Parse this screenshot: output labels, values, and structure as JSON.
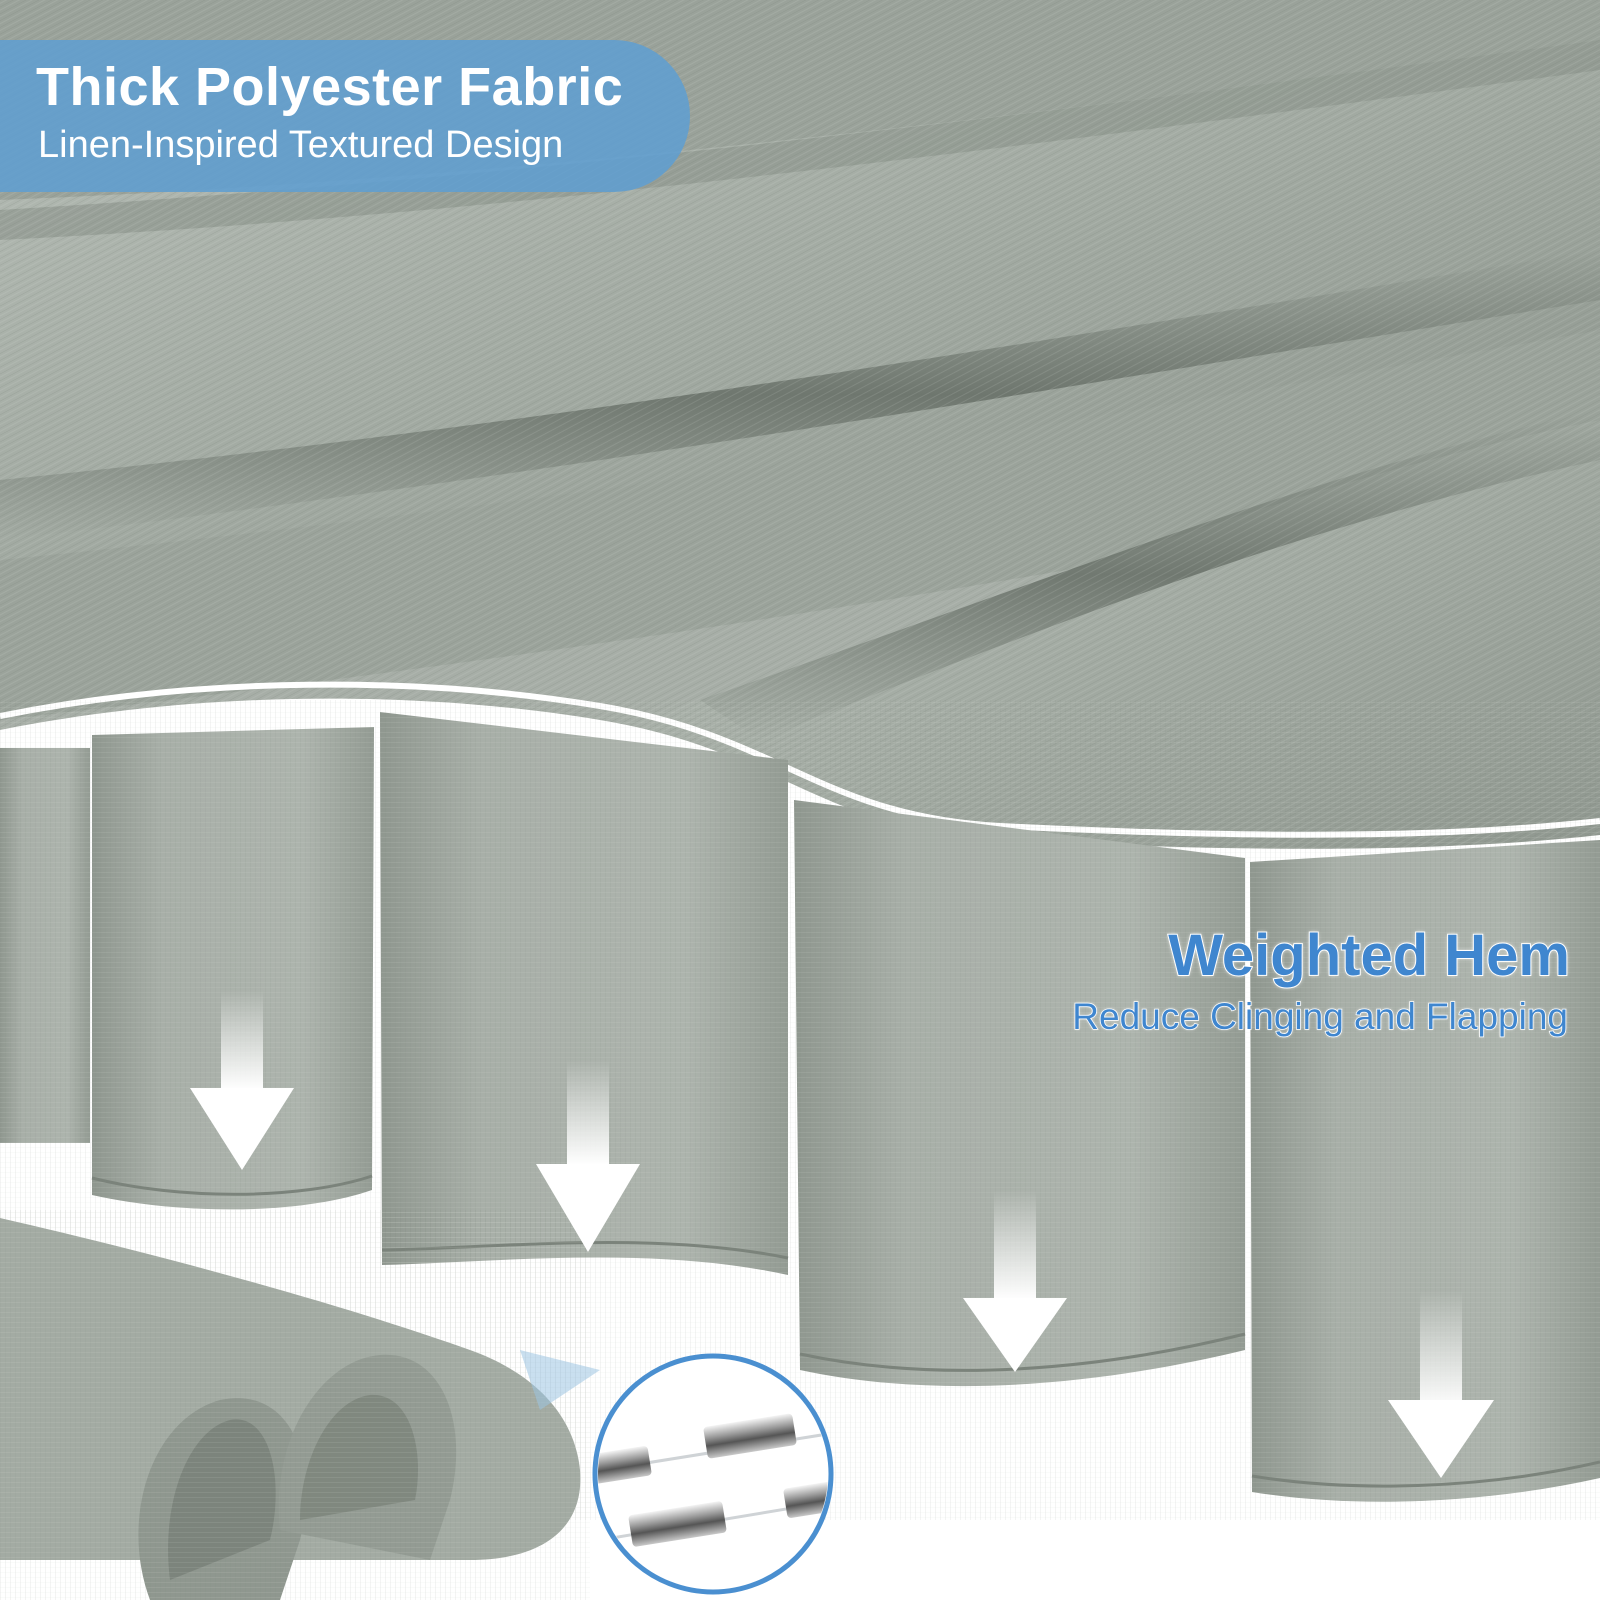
{
  "fabric_badge": {
    "title": "Thick Polyester Fabric",
    "subtitle": "Linen-Inspired Textured Design"
  },
  "hem_badge": {
    "title": "Weighted Hem",
    "subtitle": "Reduce Clinging and Flapping"
  },
  "colors": {
    "fabric": "#a3aba4",
    "fabric_dark": "#7f877f",
    "fabric_light": "#bcc3bc",
    "badge_blue": "#609ed0",
    "text_blue": "#3f86cf",
    "background": "#ffffff"
  },
  "icons": [
    "down-arrow-icon",
    "weight-magnifier-icon"
  ]
}
